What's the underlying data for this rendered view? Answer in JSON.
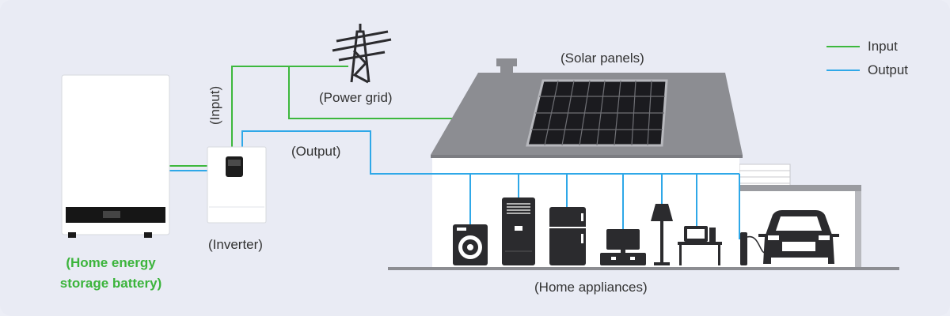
{
  "labels": {
    "solar": "(Solar panels)",
    "grid": "(Power grid)",
    "input": "(Input)",
    "output": "(Output)",
    "inverter": "(Inverter)",
    "battery_line1": "(Home energy",
    "battery_line2": "storage battery)",
    "appliances": "(Home appliances)"
  },
  "legend": [
    {
      "label": "Input",
      "color": "#3db83d"
    },
    {
      "label": "Output",
      "color": "#2fa8e8"
    }
  ],
  "colors": {
    "input": "#3db83d",
    "output": "#2fa8e8",
    "battery_label": "#3cb43c",
    "roof": "#8c8d92",
    "appliance": "#2b2b2e"
  },
  "icons": [
    "transmission-tower-icon",
    "solar-panel-icon",
    "house-icon",
    "washing-machine-icon",
    "air-conditioner-icon",
    "refrigerator-icon",
    "television-icon",
    "floor-lamp-icon",
    "desktop-computer-icon",
    "car-icon",
    "charger-icon",
    "battery-icon",
    "inverter-icon"
  ]
}
